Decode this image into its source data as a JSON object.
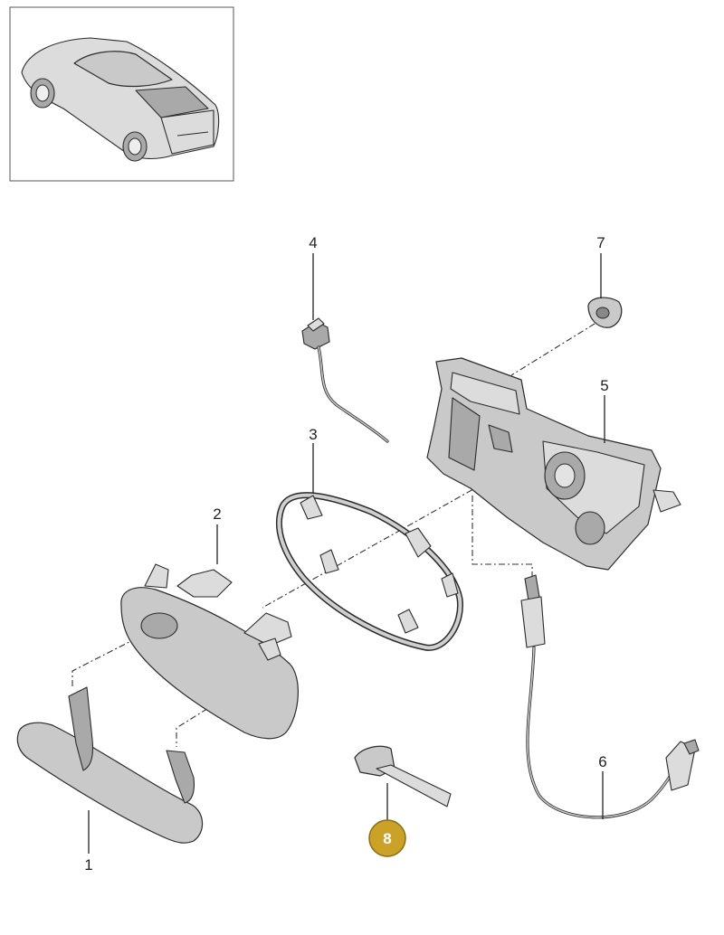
{
  "diagram": {
    "callouts": [
      {
        "id": "1",
        "label": "1"
      },
      {
        "id": "2",
        "label": "2"
      },
      {
        "id": "3",
        "label": "3"
      },
      {
        "id": "4",
        "label": "4"
      },
      {
        "id": "5",
        "label": "5"
      },
      {
        "id": "6",
        "label": "6"
      },
      {
        "id": "7",
        "label": "7"
      },
      {
        "id": "8",
        "label": "8",
        "highlighted": true
      }
    ]
  },
  "colors": {
    "highlight_fill": "#c9a227",
    "highlight_text": "#ffffff",
    "part_fill": "#c9c9c9",
    "outline": "#2b2b2b"
  }
}
